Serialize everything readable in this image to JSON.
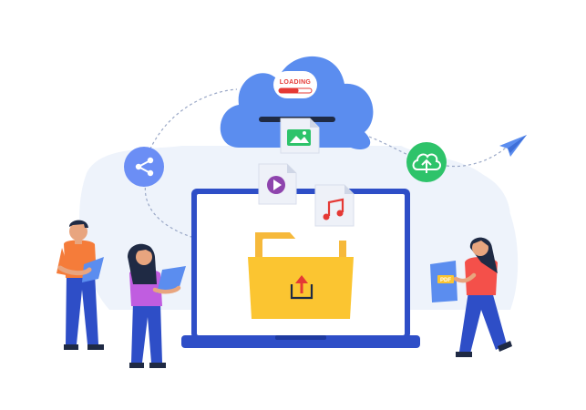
{
  "cloud": {
    "status_label": "LOADING",
    "progress": 0.6
  },
  "document": {
    "badge_label": "PDF"
  },
  "icons": {
    "share": "share-icon",
    "cloud_upload": "cloud-upload-icon",
    "paper_plane": "paper-plane-icon",
    "image_file": "image-file-icon",
    "video_file": "video-file-icon",
    "music_file": "music-file-icon",
    "folder_upload": "folder-upload-icon"
  },
  "colors": {
    "cloud": "#5b8def",
    "share_circle": "#6b8ef5",
    "upload_circle": "#2ec36a",
    "folder": "#fbc531",
    "laptop_frame": "#2e4ec7",
    "accent_red": "#e53935",
    "background_blob": "#eef3fb"
  }
}
